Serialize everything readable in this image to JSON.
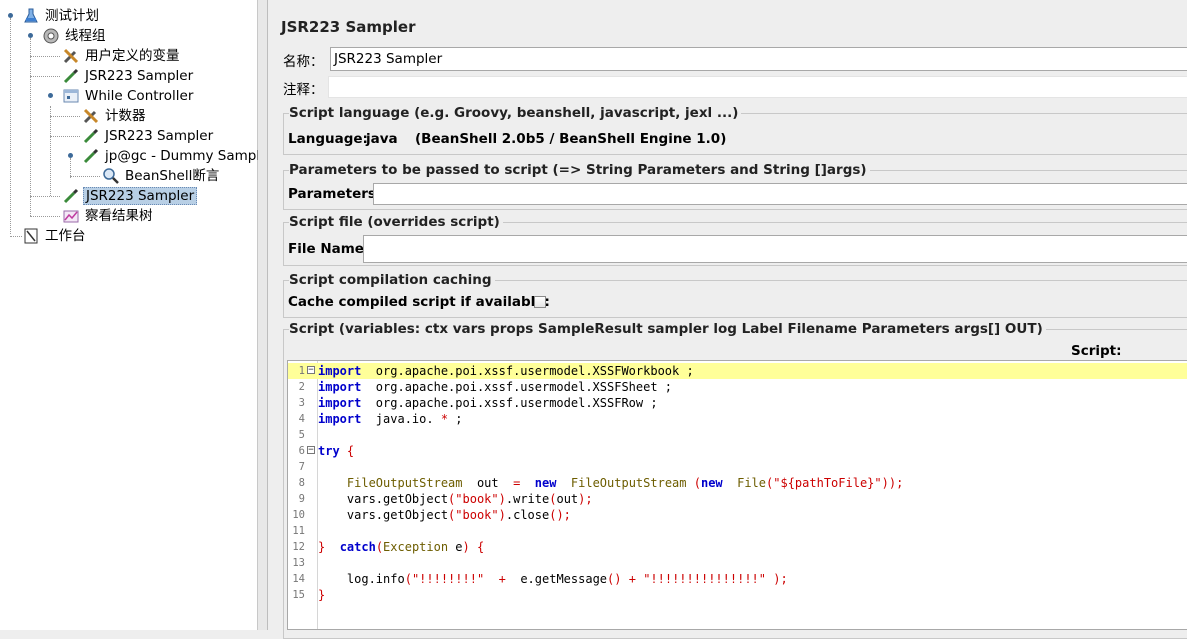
{
  "tree": {
    "items": [
      {
        "label": "测试计划",
        "icon": "flask-icon"
      },
      {
        "label": "线程组",
        "icon": "gear-icon"
      },
      {
        "label": "用户定义的变量",
        "icon": "wrench-icon"
      },
      {
        "label": "JSR223 Sampler",
        "icon": "pipette-icon"
      },
      {
        "label": "While Controller",
        "icon": "controller-icon"
      },
      {
        "label": "计数器",
        "icon": "wrench-icon"
      },
      {
        "label": "JSR223 Sampler",
        "icon": "pipette-icon"
      },
      {
        "label": "jp@gc - Dummy Sampler",
        "icon": "pipette-icon"
      },
      {
        "label": "BeanShell断言",
        "icon": "magnifier-icon"
      },
      {
        "label": "JSR223 Sampler",
        "icon": "pipette-icon"
      },
      {
        "label": "察看结果树",
        "icon": "chart-icon"
      },
      {
        "label": "工作台",
        "icon": "workbench-icon"
      }
    ]
  },
  "panel": {
    "title": "JSR223 Sampler",
    "name_label": "名称：",
    "name_value": "JSR223 Sampler",
    "comment_label": "注释：",
    "comment_value": "",
    "lang_section": "Script language (e.g. Groovy, beanshell, javascript, jexl ...)",
    "lang_label": "Language:",
    "lang_value": "java",
    "lang_engine": "(BeanShell 2.0b5 / BeanShell Engine 1.0)",
    "params_section": "Parameters to be passed to script (=> String Parameters and String []args)",
    "params_label": "Parameters:",
    "params_value": "",
    "file_section": "Script file (overrides script)",
    "file_label": "File Name:",
    "file_value": "",
    "cache_section": "Script compilation caching",
    "cache_label": "Cache compiled script if available:",
    "cache_checked": false,
    "script_section": "Script (variables: ctx vars props SampleResult sampler log Label Filename Parameters args[] OUT)",
    "script_label": "Script:"
  },
  "code": [
    {
      "n": "1",
      "fold": "⊟",
      "tokens": [
        [
          "kw",
          "import"
        ],
        [
          "plain",
          "  org.apache.poi.xssf.usermodel.XSSFWorkbook ;"
        ]
      ]
    },
    {
      "n": "2",
      "tokens": [
        [
          "kw",
          "import"
        ],
        [
          "plain",
          "  org.apache.poi.xssf.usermodel.XSSFSheet ;"
        ]
      ]
    },
    {
      "n": "3",
      "tokens": [
        [
          "kw",
          "import"
        ],
        [
          "plain",
          "  org.apache.poi.xssf.usermodel.XSSFRow ;"
        ]
      ]
    },
    {
      "n": "4",
      "tokens": [
        [
          "kw",
          "import"
        ],
        [
          "plain",
          "  java.io. "
        ],
        [
          "pun",
          "*"
        ],
        [
          "plain",
          " ;"
        ]
      ]
    },
    {
      "n": "5",
      "tokens": []
    },
    {
      "n": "6",
      "fold": "⊟",
      "tokens": [
        [
          "kw",
          "try"
        ],
        [
          "pun",
          " {"
        ]
      ]
    },
    {
      "n": "7",
      "tokens": []
    },
    {
      "n": "8",
      "tokens": [
        [
          "plain",
          "    "
        ],
        [
          "cls",
          "FileOutputStream"
        ],
        [
          "plain",
          "  out  "
        ],
        [
          "pun",
          "="
        ],
        [
          "plain",
          "  "
        ],
        [
          "kw",
          "new"
        ],
        [
          "plain",
          "  "
        ],
        [
          "cls",
          "FileOutputStream"
        ],
        [
          "plain",
          " "
        ],
        [
          "pun",
          "("
        ],
        [
          "kw",
          "new"
        ],
        [
          "plain",
          "  "
        ],
        [
          "cls",
          "File"
        ],
        [
          "pun",
          "("
        ],
        [
          "str",
          "\"${pathToFile}\""
        ],
        [
          "pun",
          "));"
        ]
      ]
    },
    {
      "n": "9",
      "tokens": [
        [
          "plain",
          "    vars.getObject"
        ],
        [
          "pun",
          "("
        ],
        [
          "str",
          "\"book\""
        ],
        [
          "pun",
          ")"
        ],
        [
          "plain",
          ".write"
        ],
        [
          "pun",
          "("
        ],
        [
          "plain",
          "out"
        ],
        [
          "pun",
          ");"
        ]
      ]
    },
    {
      "n": "10",
      "tokens": [
        [
          "plain",
          "    vars.getObject"
        ],
        [
          "pun",
          "("
        ],
        [
          "str",
          "\"book\""
        ],
        [
          "pun",
          ")"
        ],
        [
          "plain",
          ".close"
        ],
        [
          "pun",
          "();"
        ]
      ]
    },
    {
      "n": "11",
      "tokens": []
    },
    {
      "n": "12",
      "tokens": [
        [
          "pun",
          "}"
        ],
        [
          "plain",
          "  "
        ],
        [
          "kw",
          "catch"
        ],
        [
          "pun",
          "("
        ],
        [
          "cls",
          "Exception"
        ],
        [
          "plain",
          " e"
        ],
        [
          "pun",
          ")"
        ],
        [
          "pun",
          " {"
        ]
      ]
    },
    {
      "n": "13",
      "tokens": []
    },
    {
      "n": "14",
      "tokens": [
        [
          "plain",
          "    log.info"
        ],
        [
          "pun",
          "("
        ],
        [
          "str",
          "\"!!!!!!!!\""
        ],
        [
          "plain",
          "  "
        ],
        [
          "pun",
          "+"
        ],
        [
          "plain",
          "  e.getMessage"
        ],
        [
          "pun",
          "()"
        ],
        [
          "plain",
          " "
        ],
        [
          "pun",
          "+"
        ],
        [
          "plain",
          " "
        ],
        [
          "str",
          "\"!!!!!!!!!!!!!!!\""
        ],
        [
          "plain",
          " "
        ],
        [
          "pun",
          ");"
        ]
      ]
    },
    {
      "n": "15",
      "tokens": [
        [
          "pun",
          "}"
        ]
      ]
    }
  ]
}
